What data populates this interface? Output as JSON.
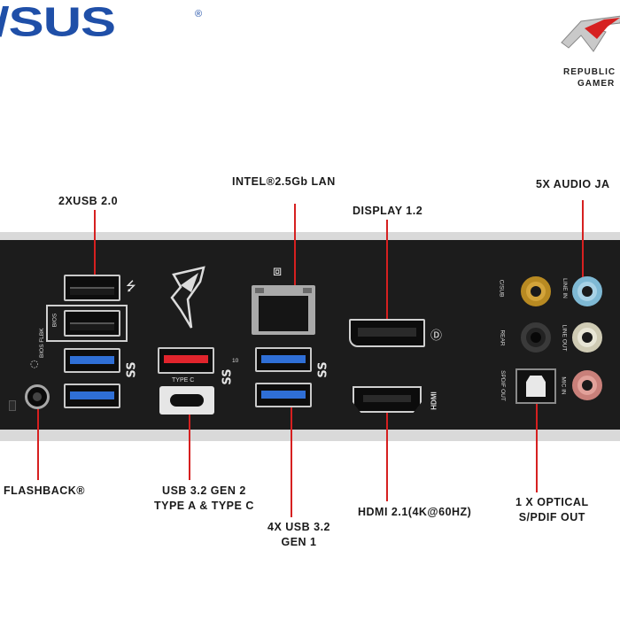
{
  "brand": {
    "logo_text": "/SUS",
    "registered_mark": "®"
  },
  "rog": {
    "line1": "REPUBLIC",
    "line2": "GAMER"
  },
  "labels": {
    "usb20": "2XUSB 2.0",
    "lan": "INTEL®2.5Gb LAN",
    "display": "DISPLAY 1.2",
    "audio": "5X AUDIO JA",
    "flashback": "FLASHBACK®",
    "usb32_gen2_line1": "USB 3.2 GEN 2",
    "usb32_gen2_line2": "TYPE A & TYPE C",
    "usb32_gen1_line1": "4X USB 3.2",
    "usb32_gen1_line2": "GEN 1",
    "hdmi": "HDMI 2.1(4K@60HZ)",
    "optical_line1": "1 X OPTICAL",
    "optical_line2": "S/PDIF OUT"
  },
  "panel_text": {
    "bios": "BIOS",
    "bios_flbk": "BIOS FLBK",
    "type_c": "TYPE C",
    "hdmi": "HDMI",
    "csub": "C/SUB",
    "rear": "REAR",
    "spdif_out": "SPDIF OUT",
    "line_in": "LINE IN",
    "line_out": "LINE OUT",
    "mic_in": "MIC IN",
    "ss10": "10"
  },
  "icons": {
    "usb": "usb-trident-icon",
    "ss": "superspeed-icon",
    "network": "network-icon",
    "displayport": "displayport-icon",
    "rog_eye": "rog-eye-icon"
  },
  "colors": {
    "brand_blue": "#1f4fa8",
    "callout_red": "#d62020",
    "usb_blue": "#2f6fd6",
    "usb_red": "#e0242c"
  }
}
